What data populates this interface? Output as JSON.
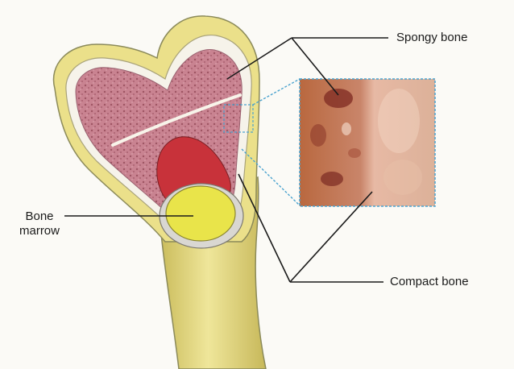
{
  "labels": {
    "spongy_bone": "Spongy bone",
    "compact_bone": "Compact bone",
    "bone_marrow_line1": "Bone",
    "bone_marrow_line2": "marrow"
  },
  "colors": {
    "background": "#fbfaf6",
    "compact_bone": "#e9e27e",
    "compact_bone_outline": "#8b8a5a",
    "bone_outer_yellow": "#ebe08a",
    "spongy_tissue": "#c97d8a",
    "cartilage": "#f6f3ea",
    "red_marrow": "#c8323a",
    "yellow_marrow": "#e9e44a",
    "zoom_inset_border": "#4ba3cf",
    "leader_line": "#1a1a1a"
  }
}
